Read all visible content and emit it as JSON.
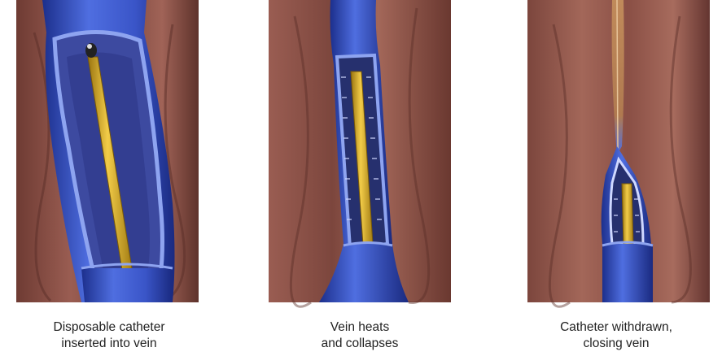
{
  "colors": {
    "tissue": "#8a4f45",
    "tissue_dark": "#4e2a25",
    "vein_blue": "#3a55c8",
    "vein_dark": "#1c2f8c",
    "vein_inner": "#3d4aa0",
    "catheter": "#e0b42a",
    "catheter_dark": "#9a7410",
    "wire": "#c08a5a"
  },
  "steps": [
    {
      "caption_line1": "Disposable catheter",
      "caption_line2": "inserted into vein"
    },
    {
      "caption_line1": "Vein heats",
      "caption_line2": "and collapses"
    },
    {
      "caption_line1": "Catheter withdrawn,",
      "caption_line2": "closing vein"
    }
  ]
}
